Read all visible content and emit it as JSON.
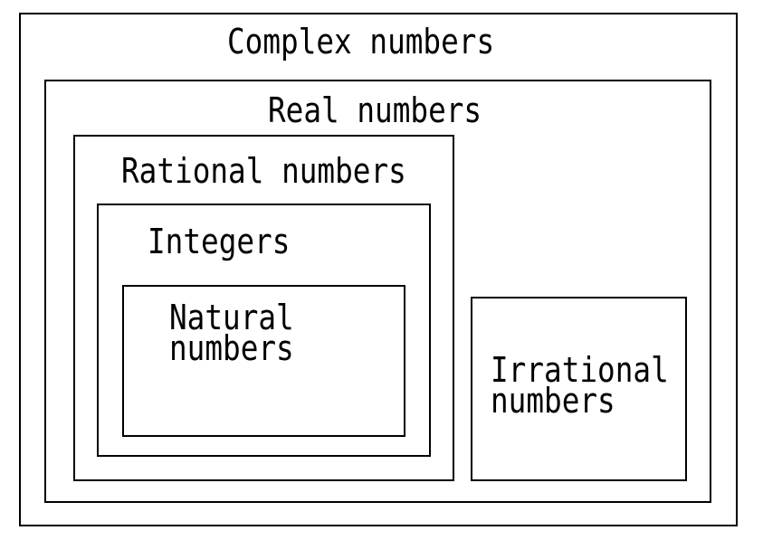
{
  "diagram": {
    "sets": [
      {
        "id": "complex",
        "label": "Complex numbers",
        "contains": [
          "real"
        ]
      },
      {
        "id": "real",
        "label": "Real numbers",
        "contains": [
          "rational",
          "irrational"
        ]
      },
      {
        "id": "rational",
        "label": "Rational numbers",
        "contains": [
          "integers"
        ]
      },
      {
        "id": "integers",
        "label": "Integers",
        "contains": [
          "natural"
        ]
      },
      {
        "id": "natural",
        "label": "Natural\nnumbers",
        "contains": []
      },
      {
        "id": "irrational",
        "label": "Irrational\nnumbers",
        "contains": []
      }
    ],
    "colors": {
      "stroke": "#000000",
      "background": "#ffffff"
    }
  }
}
